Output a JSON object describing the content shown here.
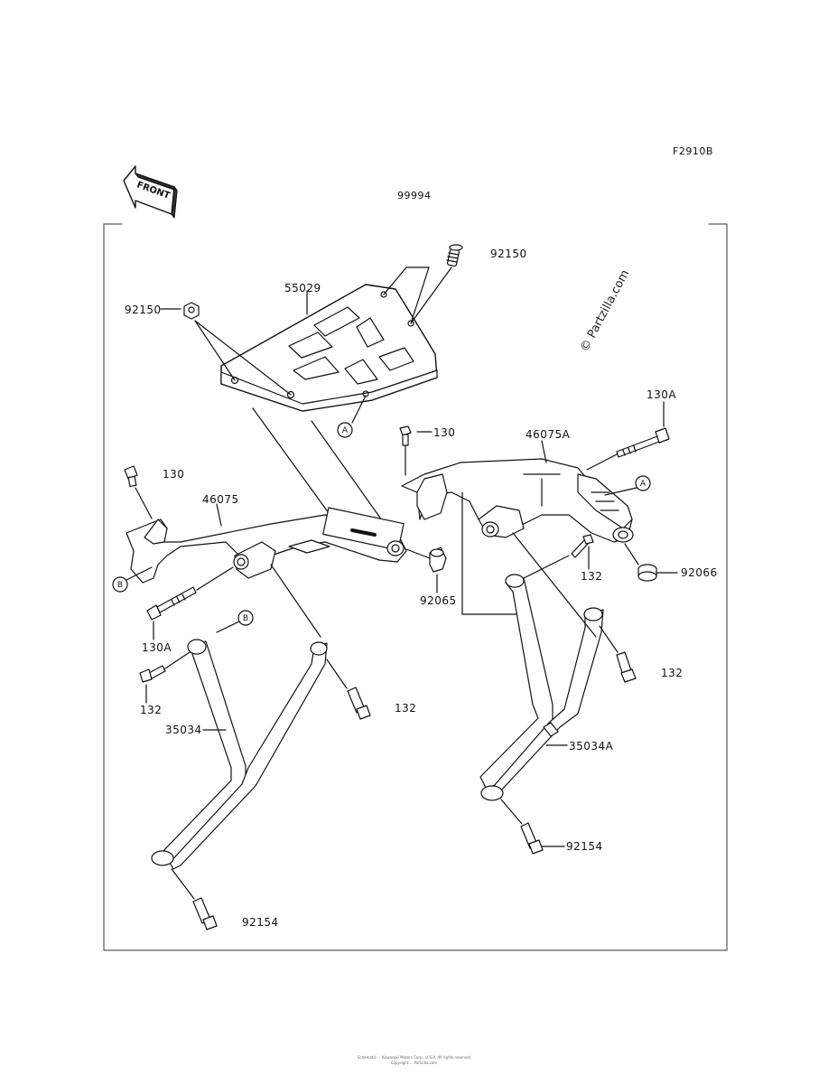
{
  "figure_code": "F2910B",
  "assembly_number": "99994",
  "front_badge": "FRONT",
  "watermark": "© Partzilla.com",
  "reference_letters": {
    "a": "A",
    "b": "B"
  },
  "labels": {
    "screw_top_right": "92150",
    "plate": "55029",
    "nut_top_left": "92150",
    "bolt_130_right": "130",
    "bolt_130a_right": "130A",
    "bracket_right": "46075A",
    "bolt_130_left": "130",
    "bracket_left": "46075",
    "grommet_left": "92065",
    "grommet_right": "92066",
    "bolt_132_mid_right": "132",
    "bolt_130a_left": "130A",
    "bolt_132_left": "132",
    "bolt_132_mid_left": "132",
    "bolt_132_far_right": "132",
    "stay_left": "35034",
    "stay_right": "35034A",
    "bolt_92154_right": "92154",
    "bolt_92154_left": "92154"
  },
  "footer": {
    "line1": "Schematic ... Kawasaki Motors Corp., U.S.A. All rights reserved",
    "line2": "Copyright ... Partzilla.com"
  }
}
